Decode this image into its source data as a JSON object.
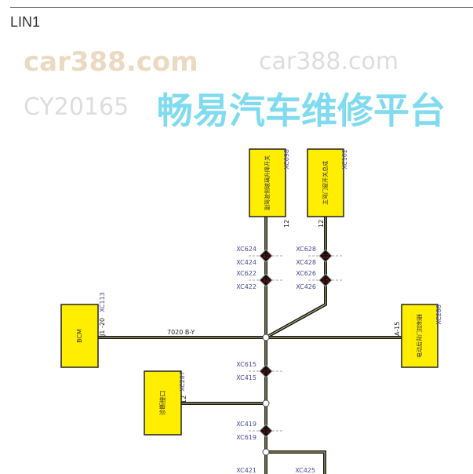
{
  "page": {
    "section_title": "LIN1"
  },
  "components": [
    {
      "id": "bcm",
      "name": "BCM",
      "connector": "XC113",
      "pin": "J1 -20"
    },
    {
      "id": "passenger-window-switch",
      "name": "副驾驶侧玻璃升降开关",
      "connector": "XC098",
      "pin": "12"
    },
    {
      "id": "driver-door-switch",
      "name": "主驾门窗开关总成",
      "connector": "XC102",
      "pin": "12"
    },
    {
      "id": "tailgate-controller",
      "name": "电动后背门控制器",
      "connector": "XC288",
      "pin": "A-15"
    },
    {
      "id": "diagnostic-port",
      "name": "诊断接口",
      "connector": "XC287",
      "pin": "12"
    }
  ],
  "wire_label": "7020 B-Y",
  "splices": [
    {
      "top": "XC624",
      "bottom": "XC424",
      "num": "32"
    },
    {
      "top": "XC622",
      "bottom": "XC422",
      "num": "34"
    },
    {
      "top": "XC628",
      "bottom": "XC428",
      "num": "12"
    },
    {
      "top": "XC626",
      "bottom": "XC426",
      "num": "15"
    },
    {
      "top": "XC615",
      "bottom": "XC415",
      "num": "27"
    },
    {
      "top": "XC419",
      "bottom": "XC619",
      "num": "13"
    }
  ],
  "bottom_labels": [
    "XC421",
    "XC425"
  ],
  "watermark": {
    "a": "car388.com",
    "b": "CY20165",
    "c": "畅易汽车维修平台"
  },
  "colors": {
    "box": "#ffee00",
    "wire": "#1a1a1a",
    "wire_core": "#c8c27a",
    "label": "#4a4a9a",
    "splice_num": "#c00000"
  }
}
